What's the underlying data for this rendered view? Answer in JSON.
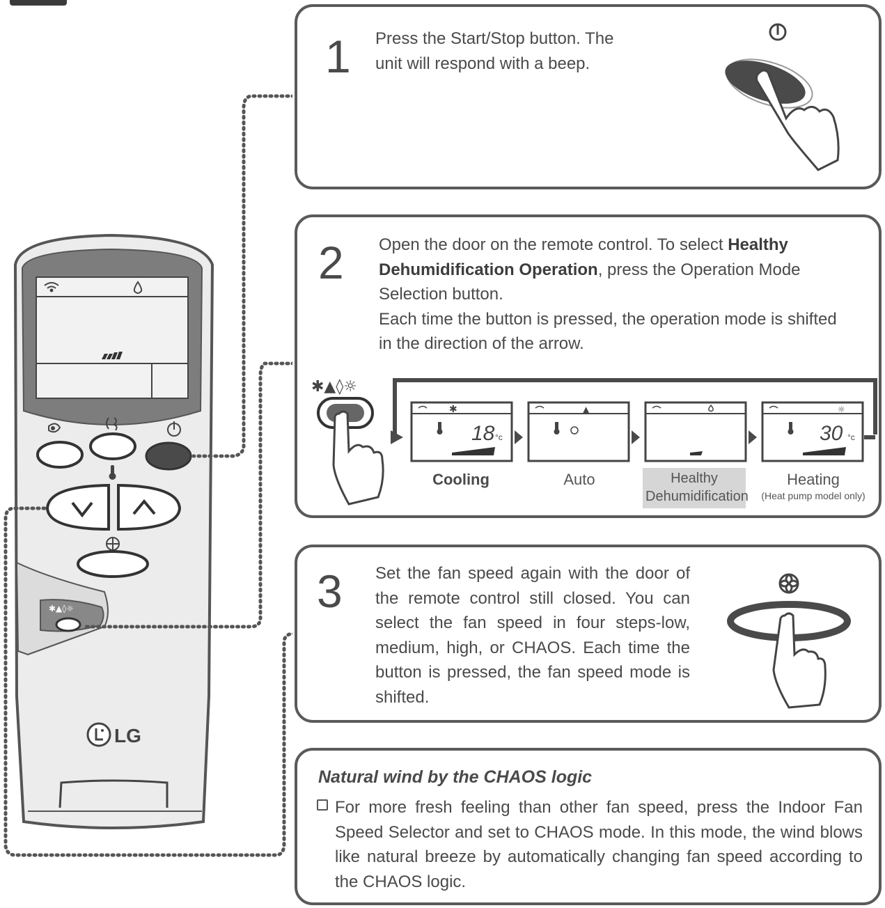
{
  "step1": {
    "number": "1",
    "text": "Press the Start/Stop button. The unit will respond with a beep."
  },
  "step2": {
    "number": "2",
    "text_before": "Open the door on the remote control. To select ",
    "text_bold": "Healthy Dehumidification Operation",
    "text_after": ", press the Operation Mode Selection button.",
    "text_line2": "Each time the button is pressed, the operation mode is shifted in the direction of the arrow.",
    "modes": [
      {
        "label": "Cooling",
        "display_temp": "18",
        "unit": "°c"
      },
      {
        "label": "Auto",
        "display_temp": "",
        "unit": ""
      },
      {
        "label": "Healthy Dehumidification",
        "display_temp": "",
        "unit": ""
      },
      {
        "label": "Heating",
        "note": "(Heat pump model only)",
        "display_temp": "30",
        "unit": "°c"
      }
    ]
  },
  "step3": {
    "number": "3",
    "text": "Set the fan speed again with the door of the remote control still closed. You can select the fan speed in four steps-low, medium, high, or CHAOS. Each time the button is pressed, the fan speed mode is shifted."
  },
  "note": {
    "title": "Natural wind by the CHAOS logic",
    "text": "For more fresh feeling than other fan speed, press the Indoor Fan Speed Selector and set to CHAOS mode. In this mode, the wind blows like natural breeze by automatically changing fan speed according to the CHAOS logic."
  },
  "remote": {
    "brand": "LG"
  }
}
